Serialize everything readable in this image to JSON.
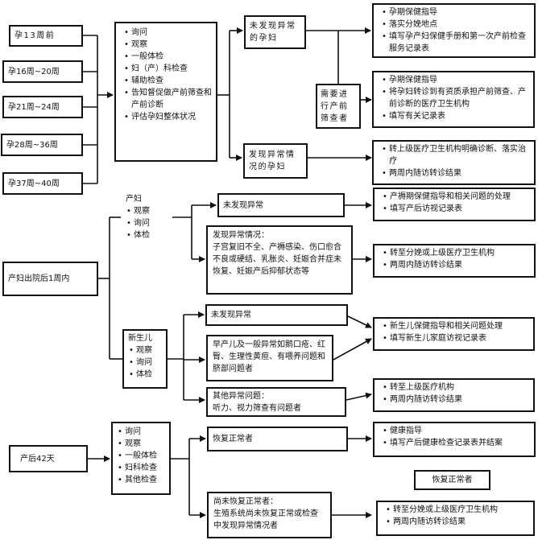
{
  "prenatal": {
    "stages": [
      "孕13周前",
      "孕16周~20周",
      "孕21周~24周",
      "孕28周~36周",
      "孕37周~40周"
    ],
    "services": [
      "询问",
      "观察",
      "一般体检",
      "妇（产）科检查",
      "辅助检查",
      "告知督促做产前筛查和产前诊断",
      "评估孕妇整体状况"
    ],
    "no_abnormal": "未发现异常的孕妇",
    "abnormal": "发现异常情况的孕妇",
    "referral_screen": "需要进行产前筛查者",
    "actions_normal": [
      "孕期保健指导",
      "落实分娩地点",
      "填写孕产妇保健手册和第一次产前检查服务记录表"
    ],
    "actions_screen": [
      "孕期保健指导",
      "将孕妇转诊到有资质承担产前筛查、产前诊断的医疗卫生机构",
      "填写有关记录表"
    ],
    "actions_abnormal": [
      "转上级医疗卫生机构明确诊断、落实治疗",
      "两周内随访转诊结果"
    ]
  },
  "postpartum_visit": {
    "stage": "产妇出院后1周内",
    "mother": {
      "title": "产妇",
      "items": [
        "观察",
        "询问",
        "体检"
      ]
    },
    "mother_normal": "未发现异常",
    "mother_abnormal": {
      "title": "发现异常情况：",
      "body": "子宫复旧不全、产褥感染、伤口愈合不良或硬结、乳胀炎、妊娠合并症未恢复、妊娠产后抑郁状态等"
    },
    "mother_normal_actions": [
      "产褥期保健指导和相关问题的处理",
      "填写产后访视记录表"
    ],
    "mother_abnormal_actions": [
      "转至分娩或上级医疗卫生机构",
      "两周内随访转诊结果"
    ],
    "newborn": {
      "title": "新生儿",
      "items": [
        "观察",
        "询问",
        "体检"
      ]
    },
    "newborn_normal": "未发现异常",
    "newborn_abnormal": "早产儿及一般异常如鹅口疮、红臀、生理性黄疸、有喂养问题和脐部问题者",
    "newborn_other": {
      "title": "其他异常问题：",
      "body": "听力、视力筛查有问题者"
    },
    "newborn_normal_actions": [
      "新生儿保健指导和相关问题处理",
      "填写新生儿家庭访视记录表"
    ],
    "newborn_other_actions": [
      "转至上级医疗机构",
      "两周内随访转诊结果"
    ]
  },
  "day42": {
    "stage": "产后42天",
    "services": [
      "询问",
      "观察",
      "一般体检",
      "妇科检查",
      "其他检查"
    ],
    "recovered": "恢复正常者",
    "recovered_actions": [
      "健康指导",
      "填写产后健康检查记录表并结案"
    ],
    "recovered_label": "恢复正常者",
    "not_recovered": {
      "title": "尚未恢复正常者：",
      "body": "生殖系统尚未恢复正常或检查中发现异常情况者"
    },
    "not_recovered_actions": [
      "转至分娩或上级医疗卫生机构",
      "两周内随访转诊结果"
    ]
  }
}
